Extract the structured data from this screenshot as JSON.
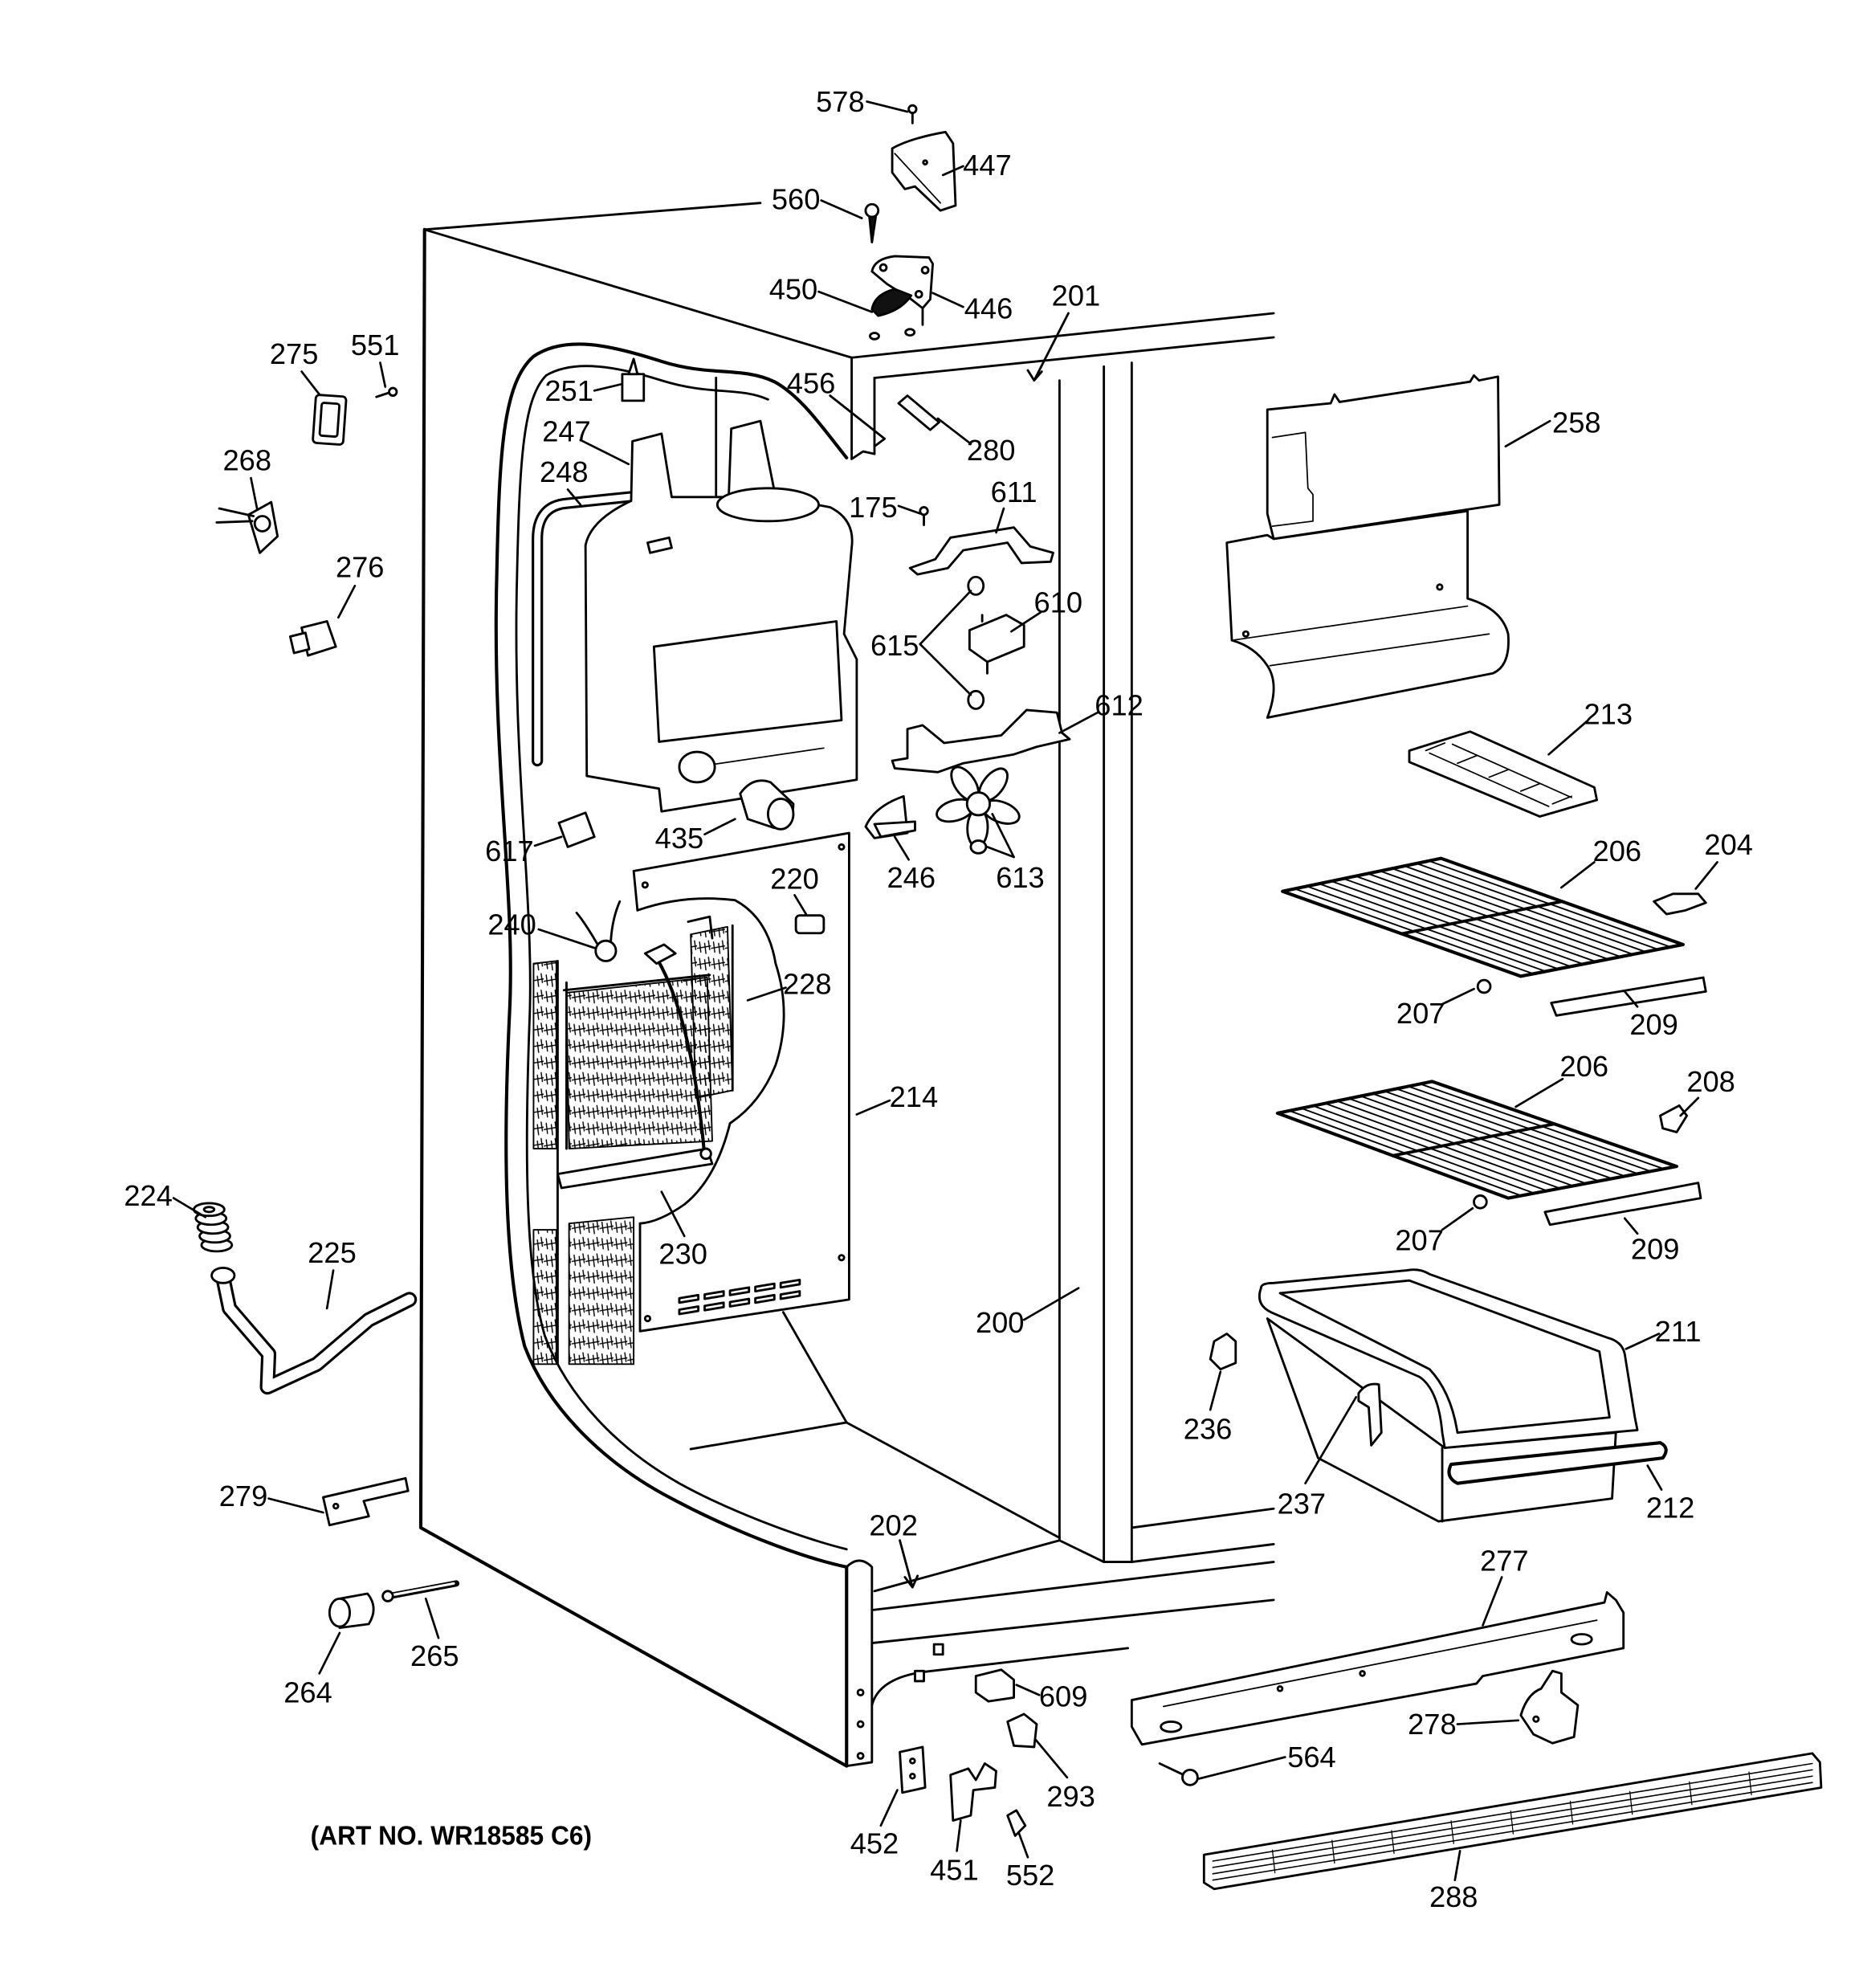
{
  "diagram": {
    "art_number": "(ART NO. WR18585 C6)"
  },
  "callouts": [
    "578",
    "447",
    "560",
    "450",
    "446",
    "201",
    "275",
    "551",
    "251",
    "456",
    "280",
    "258",
    "247",
    "268",
    "248",
    "175",
    "611",
    "276",
    "610",
    "615",
    "612",
    "213",
    "617",
    "435",
    "246",
    "613",
    "204",
    "206",
    "220",
    "240",
    "228",
    "207",
    "209",
    "206",
    "208",
    "214",
    "207",
    "209",
    "224",
    "225",
    "230",
    "200",
    "211",
    "236",
    "237",
    "212",
    "279",
    "202",
    "277",
    "264",
    "265",
    "609",
    "278",
    "293",
    "564",
    "452",
    "451",
    "552",
    "288"
  ],
  "colors": {
    "line": "#000000",
    "background": "#ffffff"
  }
}
